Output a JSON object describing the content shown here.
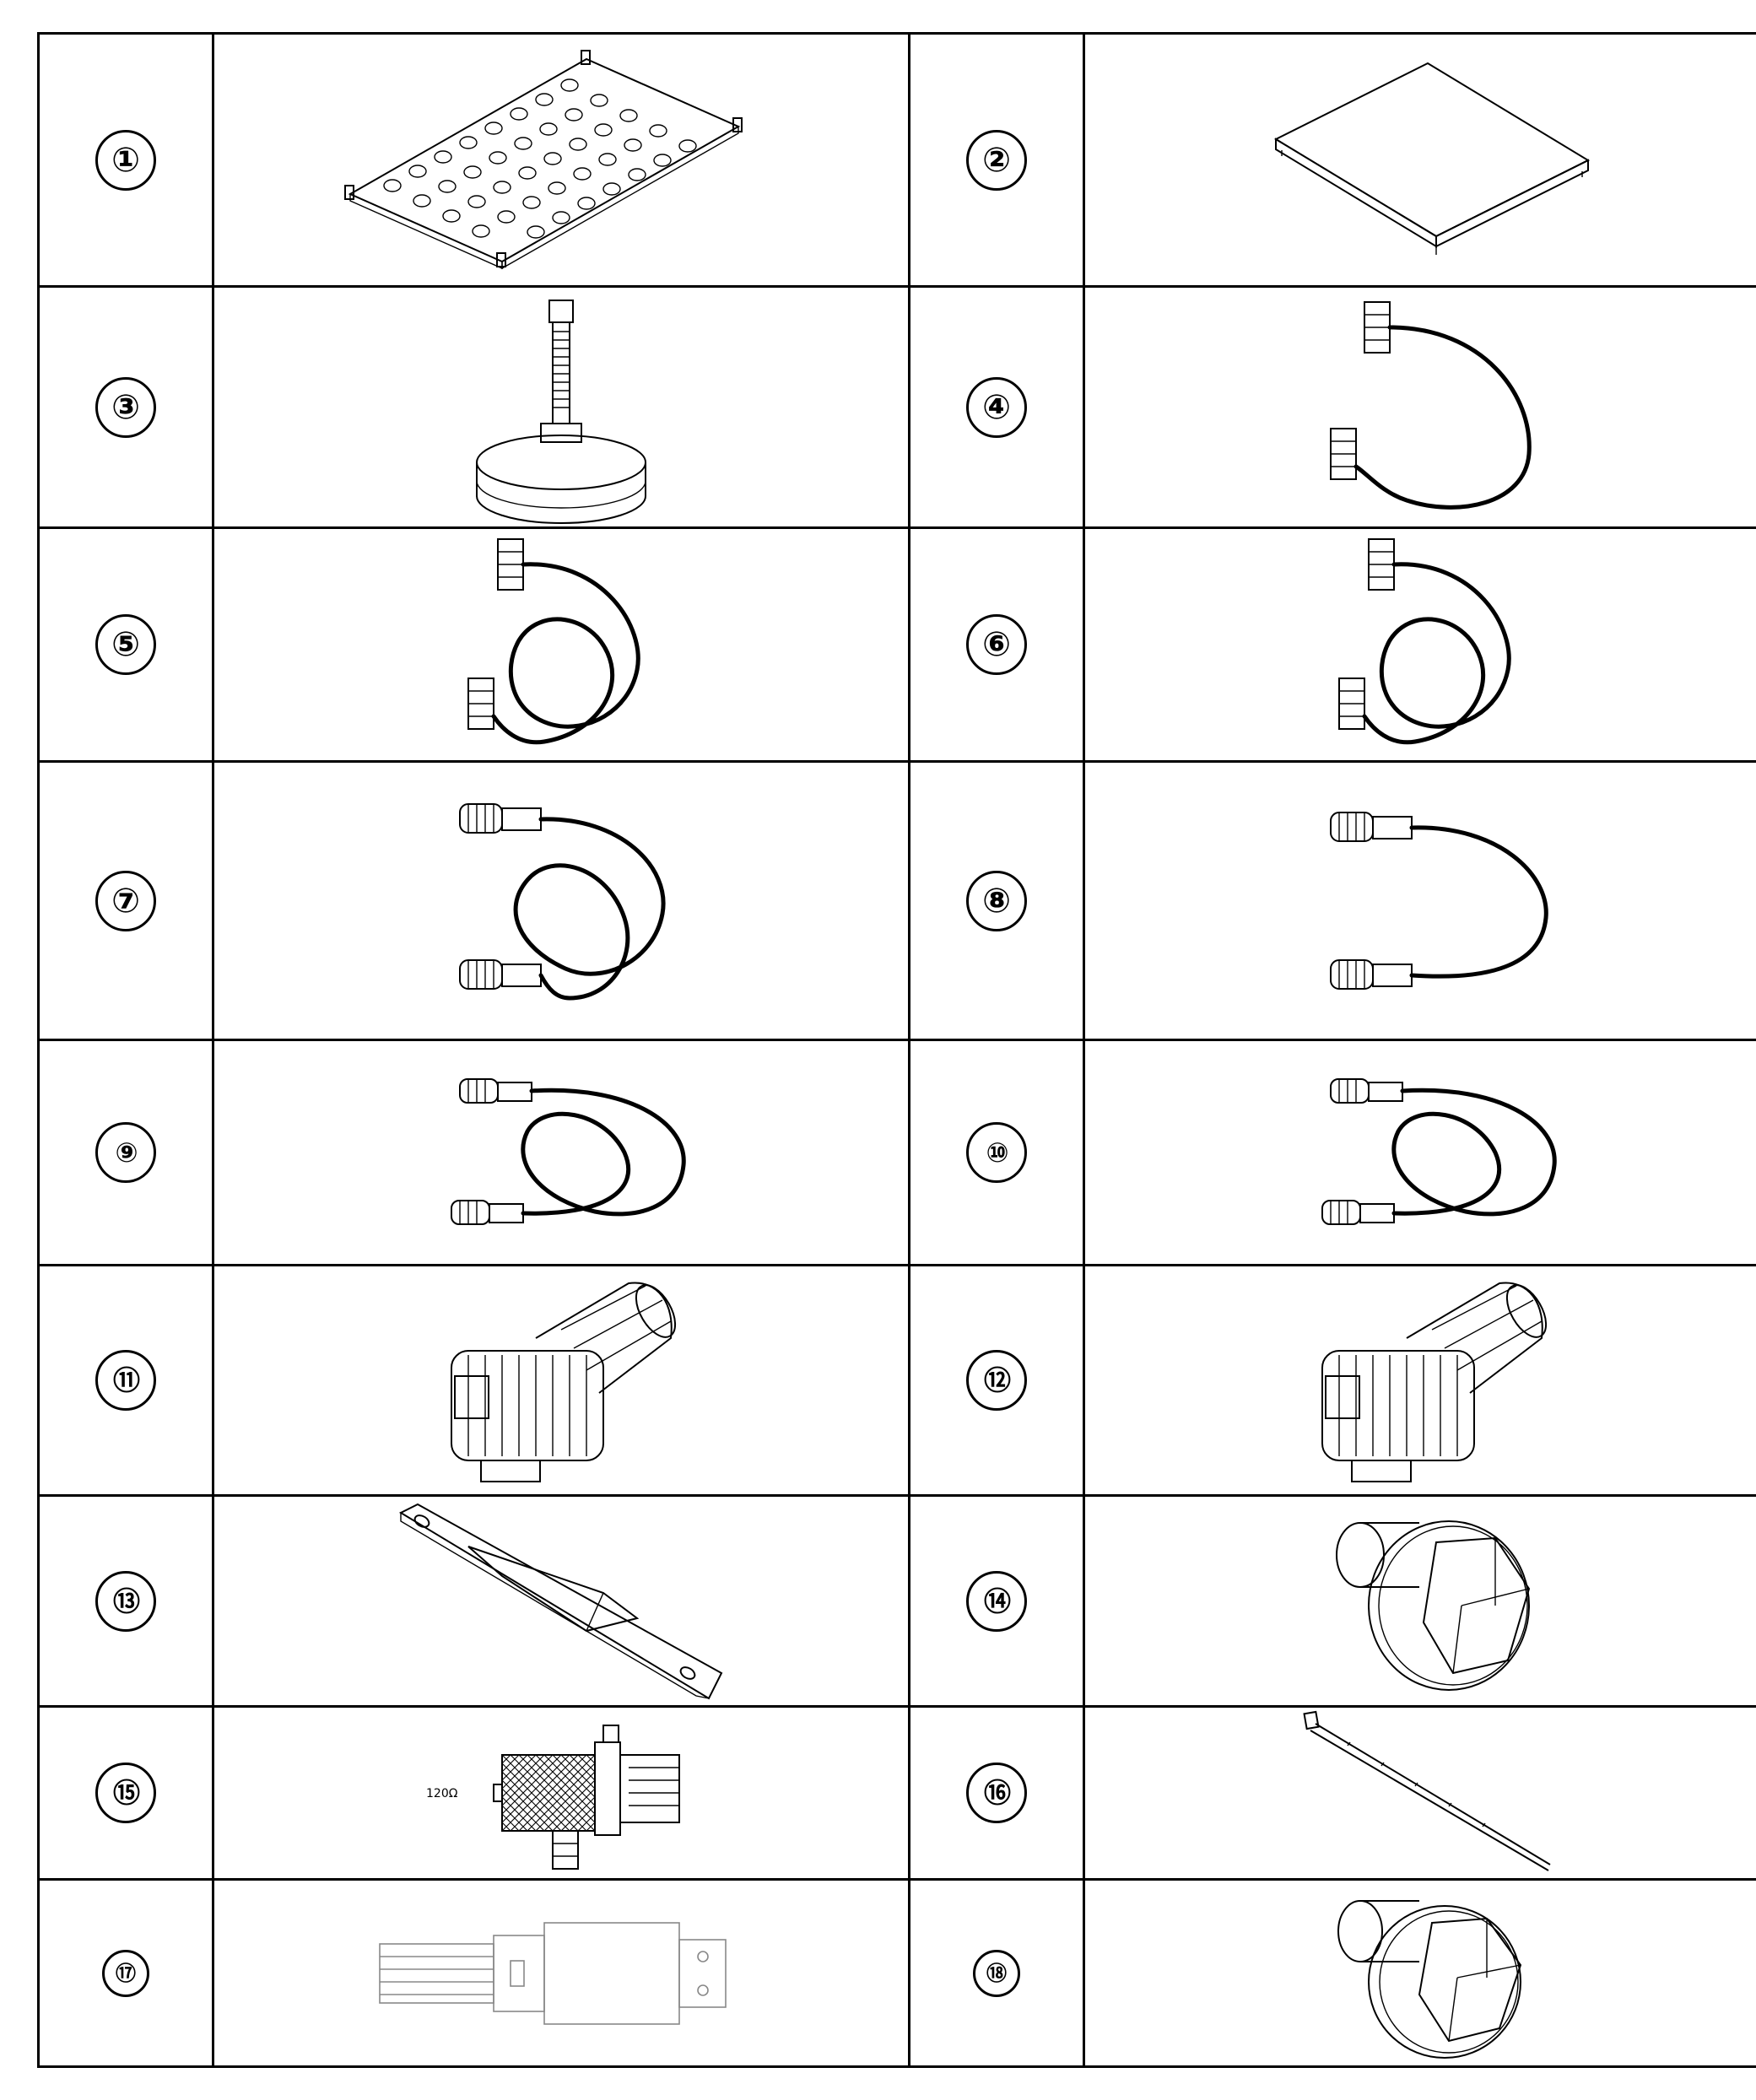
{
  "parts": [
    {
      "label": "①",
      "icon": "tray-icon"
    },
    {
      "label": "②",
      "icon": "cover-plate-icon"
    },
    {
      "label": "③",
      "icon": "leveling-foot-icon"
    },
    {
      "label": "④",
      "icon": "short-cable-icon"
    },
    {
      "label": "⑤",
      "icon": "looped-cable-icon"
    },
    {
      "label": "⑥",
      "icon": "looped-cable-icon"
    },
    {
      "label": "⑦",
      "icon": "terminal-cable-icon"
    },
    {
      "label": "⑧",
      "icon": "terminal-cable-icon"
    },
    {
      "label": "⑨",
      "icon": "terminal-cable-icon"
    },
    {
      "label": "⑩",
      "icon": "terminal-cable-icon"
    },
    {
      "label": "⑪",
      "icon": "angled-connector-icon"
    },
    {
      "label": "⑫",
      "icon": "angled-connector-icon"
    },
    {
      "label": "⑬",
      "icon": "mounting-bracket-icon"
    },
    {
      "label": "⑭",
      "icon": "flange-bolt-icon"
    },
    {
      "label": "⑮",
      "icon": "terminal-resistor-icon"
    },
    {
      "label": "⑯",
      "icon": "cable-tie-icon"
    },
    {
      "label": "⑰",
      "icon": "plug-adapter-icon"
    },
    {
      "label": "⑱",
      "icon": "flange-bolt-icon"
    }
  ],
  "resistor_marking": "120Ω"
}
